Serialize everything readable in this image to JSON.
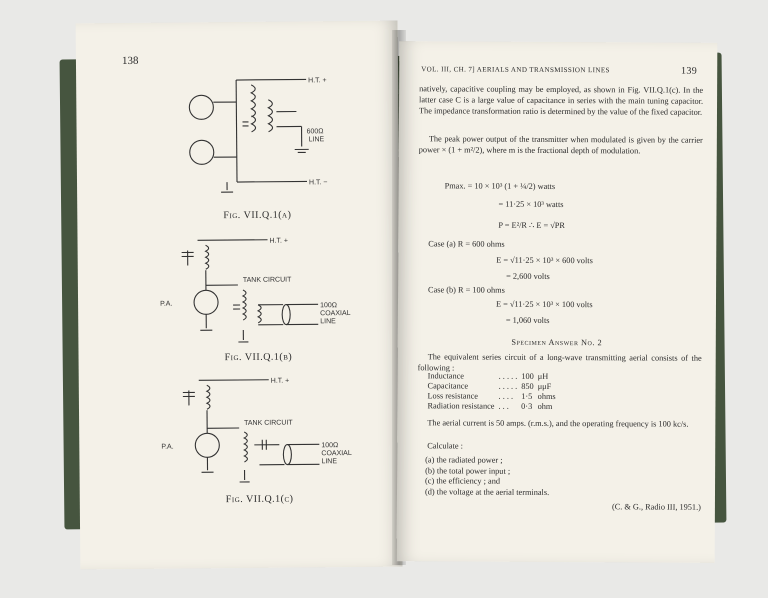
{
  "left_page": {
    "page_number": "138",
    "figures": [
      {
        "labels": [
          "H.T. +",
          "600Ω",
          "LINE",
          "H.T. −"
        ],
        "caption": "Fig. VII.Q.1(a)"
      },
      {
        "labels": [
          "H.T. +",
          "TANK CIRCUIT",
          "P.A.",
          "100Ω",
          "COAXIAL",
          "LINE"
        ],
        "caption": "Fig. VII.Q.1(b)"
      },
      {
        "labels": [
          "H.T. +",
          "TANK CIRCUIT",
          "P.A.",
          "100Ω",
          "COAXIAL",
          "LINE"
        ],
        "caption": "Fig. VII.Q.1(c)"
      }
    ]
  },
  "right_page": {
    "header": "VOL. III, CH. 7] AERIALS AND TRANSMISSION LINES",
    "page_number": "139",
    "para1": "natively, capacitive coupling may be employed, as shown in Fig. VII.Q.1(c). In the latter case C is a large value of capacitance in series with the main tuning capacitor. The impedance transformation ratio is determined by the value of the fixed capacitor.",
    "para2": "The peak power output of the transmitter when modulated is given by the carrier power × (1 + m²/2), where m is the fractional depth of modulation.",
    "eq1": "Pmax. = 10 × 10³ (1 + ¼/2) watts",
    "eq2": "= 11·25 × 10³ watts",
    "eq3": "P = E²/R   ∴  E = √PR",
    "case_a": "Case (a) R = 600 ohms",
    "eq4": "E = √11·25 × 10³ × 600 volts",
    "eq5": "= 2,600 volts",
    "case_b": "Case (b) R = 100 ohms",
    "eq6": "E = √11·25 × 10³ × 100 volts",
    "eq7": "= 1,060 volts",
    "section_title": "Specimen Answer No. 2",
    "para3": "The equivalent series circuit of a long-wave transmitting aerial consists of the following :",
    "properties": [
      {
        "name": "Inductance",
        "dots": ". . . . .",
        "value": "100",
        "unit": "μH"
      },
      {
        "name": "Capacitance",
        "dots": ". . . . .",
        "value": "850",
        "unit": "μμF"
      },
      {
        "name": "Loss resistance",
        "dots": ". . . .",
        "value": "1·5",
        "unit": "ohms"
      },
      {
        "name": "Radiation resistance",
        "dots": ". . .",
        "value": "0·3",
        "unit": "ohm"
      }
    ],
    "para4": "The aerial current is 50 amps. (r.m.s.), and the operating frequency is 100 kc/s.",
    "calculate": "Calculate :",
    "items": [
      "(a) the radiated power ;",
      "(b) the total power input ;",
      "(c) the efficiency ; and",
      "(d) the voltage at the aerial terminals."
    ],
    "source": "(C. & G., Radio III, 1951.)"
  }
}
